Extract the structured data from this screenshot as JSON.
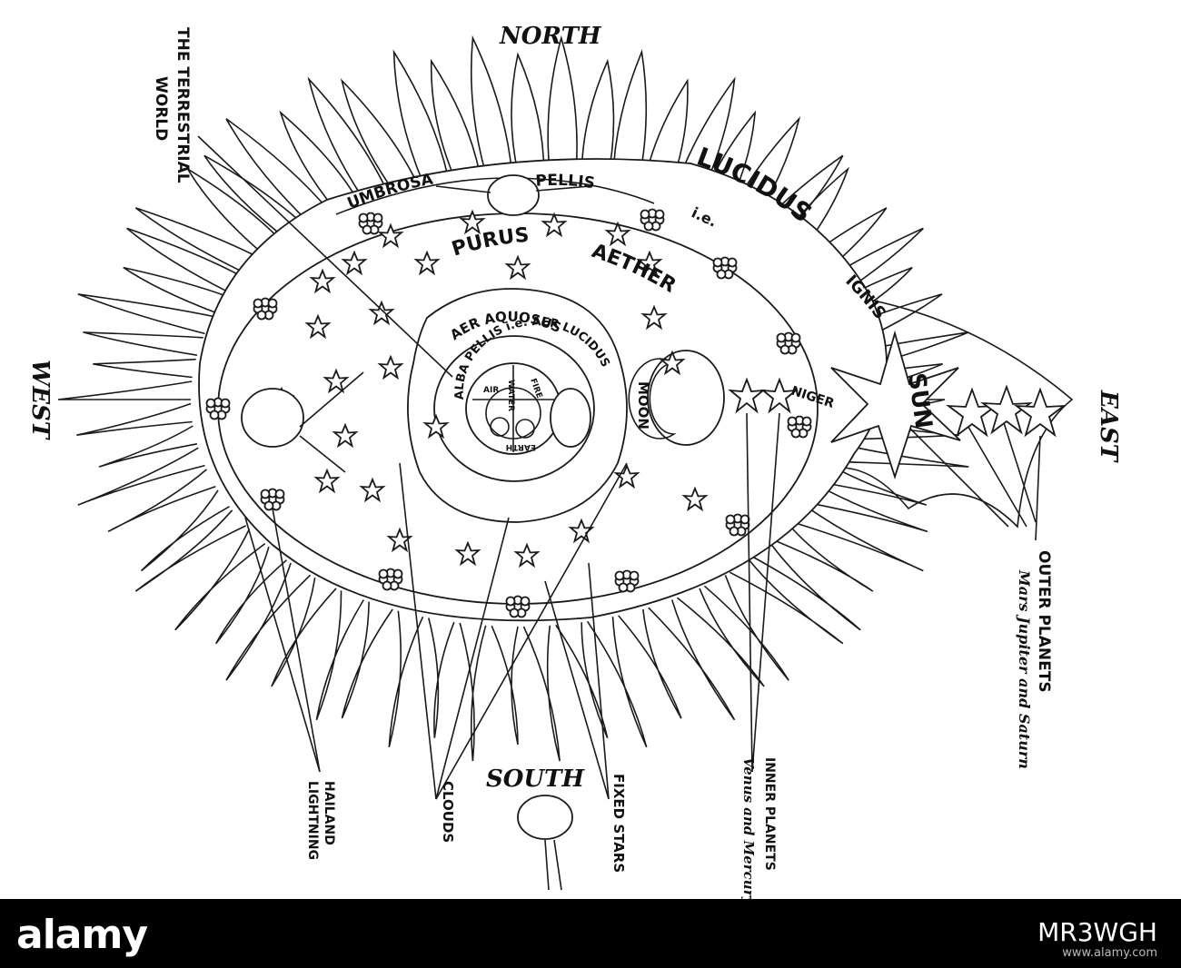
{
  "compass": {
    "north": "NORTH",
    "south": "SOUTH",
    "east": "EAST",
    "west": "WEST"
  },
  "labels": {
    "terrestrial_line1": "THE TERRESTRIAL",
    "terrestrial_line2": "WORLD",
    "umbrosa": "UMBROSA",
    "pellis": "PELLIS",
    "lucidus": "LUCIDUS",
    "ie": "i.e.",
    "ignis": "IGNIS",
    "purus": "PURUS",
    "aether": "AETHER",
    "aer_aquosus": "AER AQUOSUS",
    "alba_pellis": "ALBA PELLIS i.e. AER LUCIDUS",
    "air": "AIR",
    "water": "WATER",
    "fire": "FIRE",
    "earth": "EARTH",
    "moon": "MOON",
    "sun": "SUN",
    "niger": "NIGER"
  },
  "captions": {
    "outer_planets": "OUTER PLANETS",
    "outer_planets_sub": "Mars Jupiter and Saturn",
    "inner_planets": "INNER PLANETS",
    "inner_planets_sub": "Venus and Mercury",
    "fixed_stars": "FIXED STARS",
    "clouds": "CLOUDS",
    "hail_line1": "HAILAND",
    "hail_line2": "LIGHTNING"
  },
  "footer": {
    "logo": "alamy",
    "image_id": "MR3WGH",
    "url": "www.alamy.com"
  }
}
